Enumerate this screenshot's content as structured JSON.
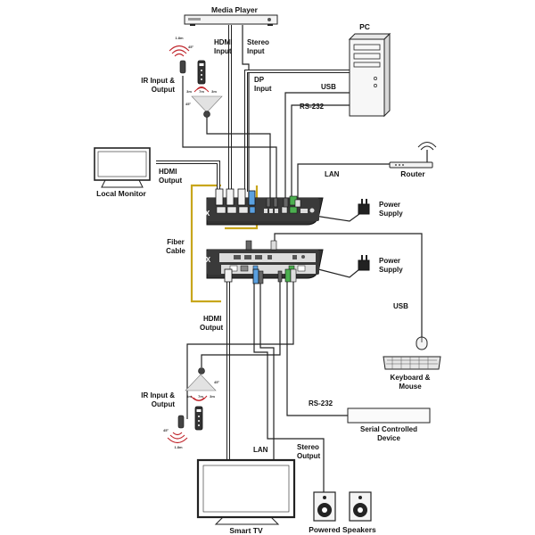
{
  "devices": {
    "media_player": "Media Player",
    "pc": "PC",
    "router": "Router",
    "local_monitor": "Local Monitor",
    "tx_power": [
      "Power",
      "Supply"
    ],
    "rx_power": [
      "Power",
      "Supply"
    ],
    "keyboard_mouse": [
      "Keyboard &",
      "Mouse"
    ],
    "serial_device": [
      "Serial Controlled",
      "Device"
    ],
    "smart_tv": "Smart TV",
    "speakers": "Powered Speakers",
    "fiber_cable": [
      "Fiber",
      "Cable"
    ],
    "tx": "TX",
    "rx": "RX"
  },
  "labels": {
    "hdmi_input": [
      "HDMI",
      "Input"
    ],
    "stereo_input": [
      "Stereo",
      "Input"
    ],
    "dp_input": [
      "DP",
      "Input"
    ],
    "usb_top": "USB",
    "rs232_top": "RS-232",
    "lan_top": "LAN",
    "ir_top": [
      "IR Input &",
      "Output"
    ],
    "hdmi_output_monitor": [
      "HDMI",
      "Output"
    ],
    "usb_right": "USB",
    "hdmi_output_tv": [
      "HDMI",
      "Output"
    ],
    "ir_bottom": [
      "IR Input &",
      "Output"
    ],
    "rs232_bottom": "RS-232",
    "lan_bottom": "LAN",
    "stereo_output": [
      "Stereo",
      "Output"
    ]
  },
  "ir_specs": {
    "top": {
      "distance": "1.8m",
      "angle": "45°",
      "emit": "45°",
      "lengths": [
        "3m",
        "7m",
        "3m"
      ]
    },
    "bottom": {
      "distance": "1.8m",
      "angle": "45°",
      "emit": "45°",
      "lengths": [
        "3m",
        "7m",
        "3m"
      ]
    }
  }
}
